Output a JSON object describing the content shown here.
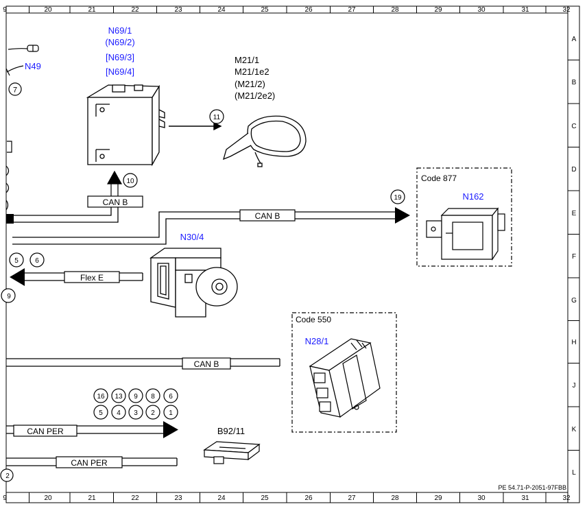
{
  "grid": {
    "columns": [
      "9",
      "20",
      "21",
      "22",
      "23",
      "24",
      "25",
      "26",
      "27",
      "28",
      "29",
      "30",
      "31",
      "32"
    ],
    "rows": [
      "A",
      "B",
      "C",
      "D",
      "E",
      "F",
      "G",
      "H",
      "J",
      "K",
      "L"
    ]
  },
  "components": {
    "n49": "N49",
    "n69_1": "N69/1",
    "n69_2": "(N69/2)",
    "n69_3": "[N69/3]",
    "n69_4": "[N69/4]",
    "m21_1": "M21/1",
    "m21_1e2": "M21/1e2",
    "m21_2": "(M21/2)",
    "m21_2e2": "(M21/2e2)",
    "n162": "N162",
    "n30_4": "N30/4",
    "n28_1": "N28/1",
    "b92_11": "B92/11"
  },
  "codes": {
    "code_877": "Code 877",
    "code_550": "Code 550"
  },
  "buses": {
    "can_b_1": "CAN B",
    "can_b_2": "CAN B",
    "can_b_3": "CAN B",
    "flex_e": "Flex E",
    "can_per_1": "CAN PER",
    "can_per_2": "CAN PER"
  },
  "circles": {
    "c7": "7",
    "c10": "10",
    "c11": "11",
    "c19": "19",
    "c5": "5",
    "c6": "6",
    "c9": "9",
    "c2": "2",
    "row1": [
      "16",
      "13",
      "9",
      "8",
      "6"
    ],
    "row2": [
      "5",
      "4",
      "3",
      "2",
      "1"
    ]
  },
  "footer": {
    "reference": "PE 54.71-P-2051-97FBB"
  },
  "colors": {
    "label_blue": "#1a1aff",
    "line": "#000000",
    "fill": "#ffffff"
  }
}
